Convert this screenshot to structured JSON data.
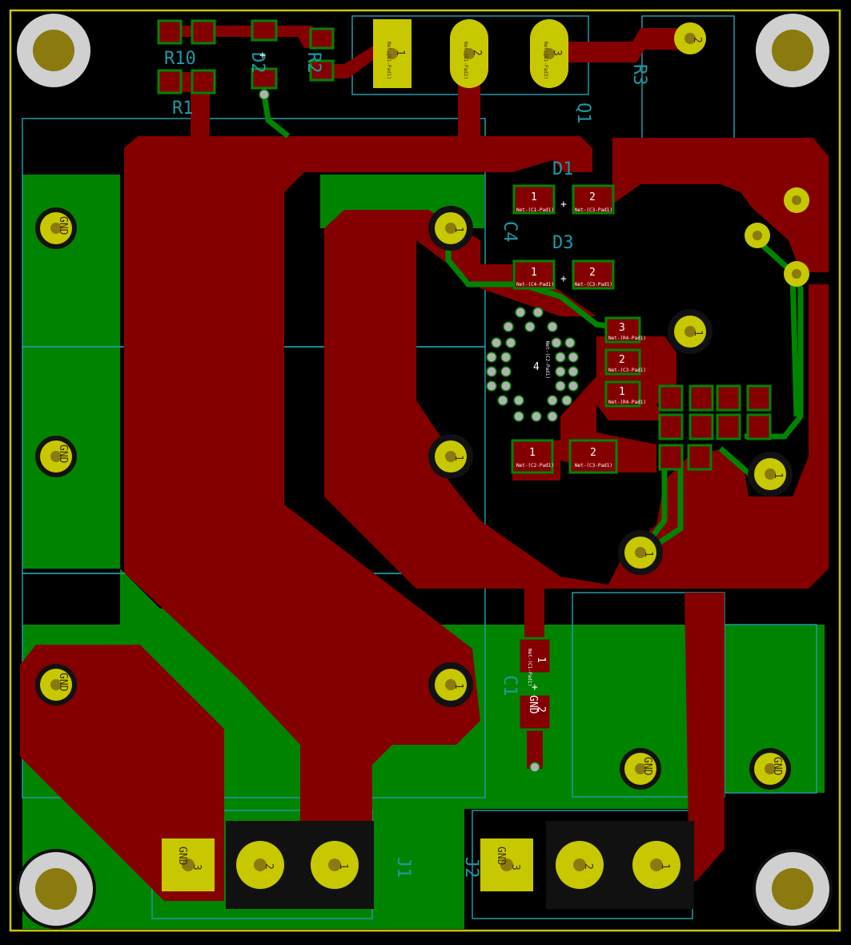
{
  "colors": {
    "background": "#000000",
    "copper_top": "#840000",
    "copper_bottom": "#008400",
    "pad": "#c8c800",
    "drill": "#8a7a10",
    "edge_cuts": "#c8c800",
    "silkscreen": "#1e9aa6",
    "via": "#b0b0b0"
  },
  "refs": {
    "r10": "R10",
    "r1": "R1",
    "d2": "D2",
    "r2": "R2",
    "q1": "Q1",
    "r3": "R3",
    "d1": "D1",
    "c4": "C4",
    "d3": "D3",
    "c1": "C1",
    "j1": "J1",
    "j2": "J2"
  },
  "pads": {
    "n1": "1",
    "n2": "2",
    "n3": "3",
    "n4": "4",
    "gnd": "GND",
    "plus": "+"
  },
  "nets": {
    "q1_pad1": "Net-(Q1-Pad1)",
    "q1_pad2": "Net-(Q1-Pad2)",
    "q1_pad3": "Net-(Q1-Pad3)",
    "c1_pad1": "Net-(C1-Pad1)",
    "c3_pad1": "Net-(C3-Pad1)",
    "c4_pad1": "Net-(C4-Pad1)",
    "c2_pad1": "Net-(C2-Pad1)",
    "r4_pad1": "Net-(R4-Pad1)"
  }
}
